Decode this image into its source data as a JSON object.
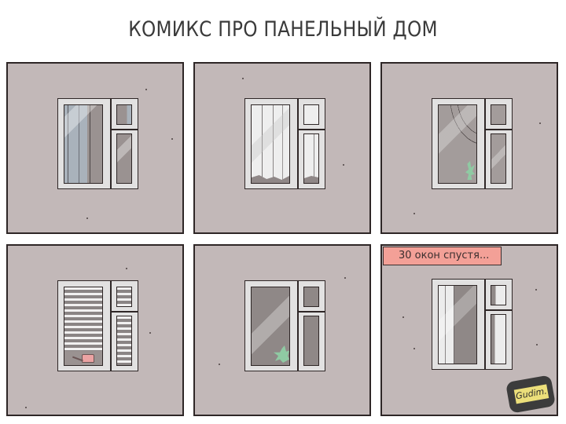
{
  "title": "КОМИКС ПРО ПАНЕЛЬНЫЙ ДОМ",
  "panels": [
    {
      "id": 1,
      "window": "blue curtains, vertical folds"
    },
    {
      "id": 2,
      "window": "white curtains with wavy hem"
    },
    {
      "id": 3,
      "window": "grey draped curtain with green plant"
    },
    {
      "id": 4,
      "window": "horizontal blinds with pink watering can"
    },
    {
      "id": 5,
      "window": "bare glass with green plant"
    },
    {
      "id": 6,
      "window": "white curtains, half-open",
      "caption": "30 окон спустя..."
    }
  ],
  "signature": "Gudim.",
  "colors": {
    "wall": "#c2b8b8",
    "frame": "#e2e1e1",
    "outline": "#2e2626",
    "caption_bg": "#f3a097",
    "logo_tag": "#ecdf7a",
    "plant": "#8fcaa3",
    "watering_can": "#eba3a3"
  }
}
